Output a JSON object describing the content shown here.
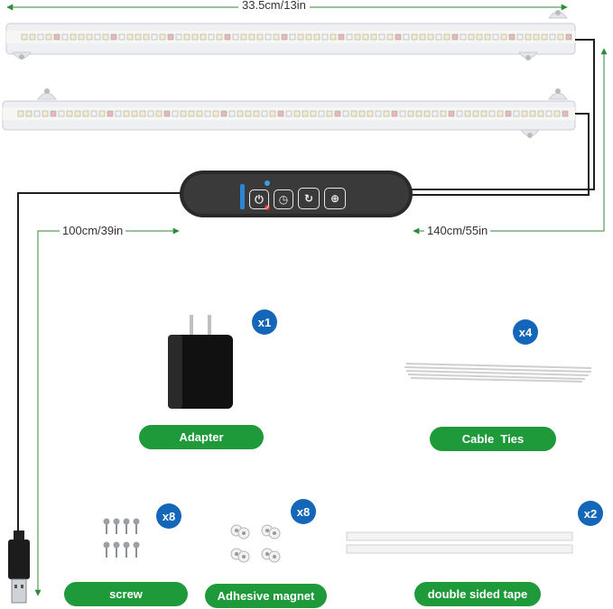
{
  "dimensions": {
    "strip_length": "33.5cm/13in",
    "left_cable": "100cm/39in",
    "right_cable": "140cm/55in"
  },
  "items": [
    {
      "label": "Adapter",
      "qty": "x1"
    },
    {
      "label": "Cable  Ties",
      "qty": "x4"
    },
    {
      "label": "screw",
      "qty": "x8"
    },
    {
      "label": "Adhesive magnet",
      "qty": "x8"
    },
    {
      "label": "double sided tape",
      "qty": "x2"
    }
  ],
  "controller": {
    "icons": [
      "power-icon",
      "timer-icon",
      "cycle-icon",
      "dimmer-icon"
    ]
  },
  "colors": {
    "accent_green": "#1f9a3b",
    "badge_blue": "#1466b8",
    "dimension_line": "#2e8b3a"
  }
}
